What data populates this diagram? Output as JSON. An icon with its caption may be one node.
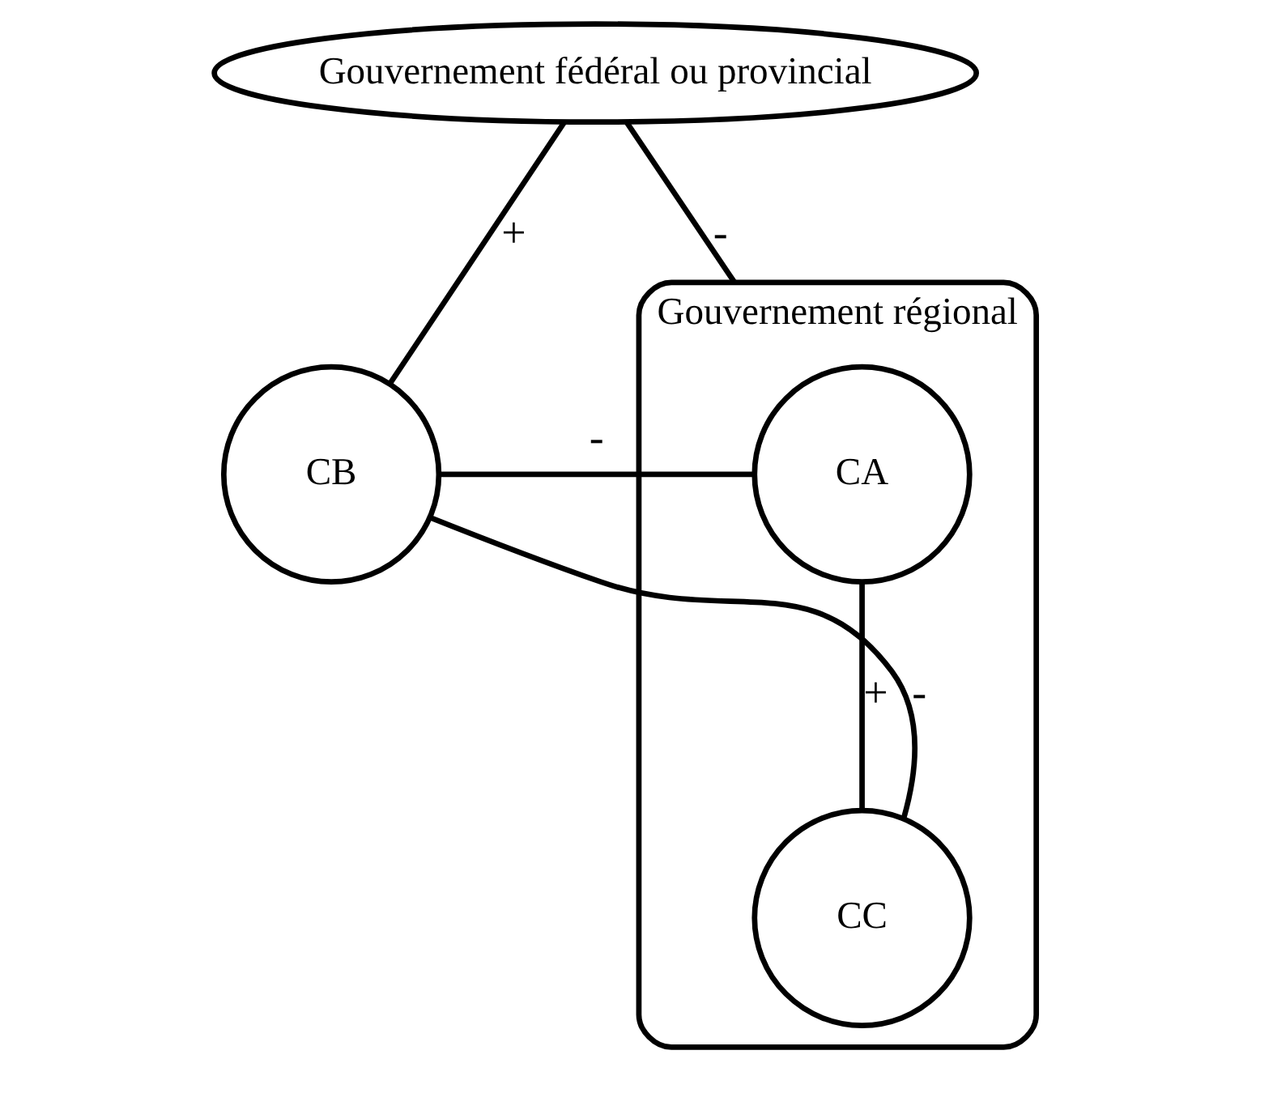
{
  "diagram": {
    "nodes": [
      {
        "text": [
          "Gouvernement fédéral ou provincial"
        ]
      },
      {
        "text": [
          "Gouvernement régional"
        ]
      },
      {
        "text": [
          "CA"
        ],
        "in": 1
      },
      {
        "text": [
          "CB"
        ]
      },
      {
        "text": [
          "CC"
        ],
        "in": 1
      }
    ],
    "edges": [
      {
        "from": 0,
        "to": 3,
        "arrow": "none",
        "label": "+"
      },
      {
        "from": 0,
        "to": 1,
        "arrow": "none",
        "label": "-"
      },
      {
        "from": 3,
        "to": 2,
        "arrow": "none",
        "label": "-"
      },
      {
        "from": 3,
        "to": 4,
        "arrow": "none",
        "label": "-"
      },
      {
        "from": 2,
        "to": 4,
        "arrow": "none",
        "label": "+"
      }
    ]
  }
}
